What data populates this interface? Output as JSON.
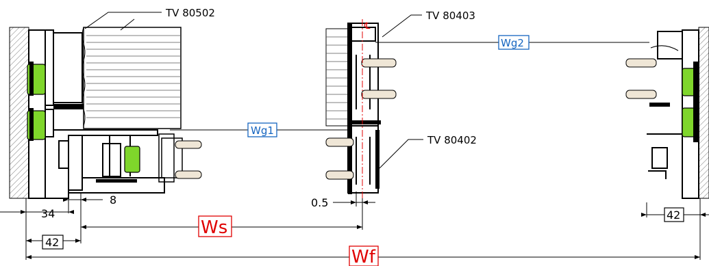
{
  "labels": {
    "tv_80502": "TV 80502",
    "tv_80403": "TV 80403",
    "tv_80402": "TV 80402"
  },
  "dimensions": {
    "d34": "34",
    "d8": "8",
    "d42_left": "42",
    "d42_right": "42",
    "d05": "0.5",
    "ws": "Ws",
    "wf": "Wf",
    "wg1": "Wg1",
    "wg2": "Wg2"
  },
  "colors": {
    "line": "#000000",
    "hatch": "#777777",
    "gasket_green": "#7fd62b",
    "glass_fill": "#efe6d6",
    "accent_red": "#e00000",
    "accent_blue": "#1565c0"
  }
}
